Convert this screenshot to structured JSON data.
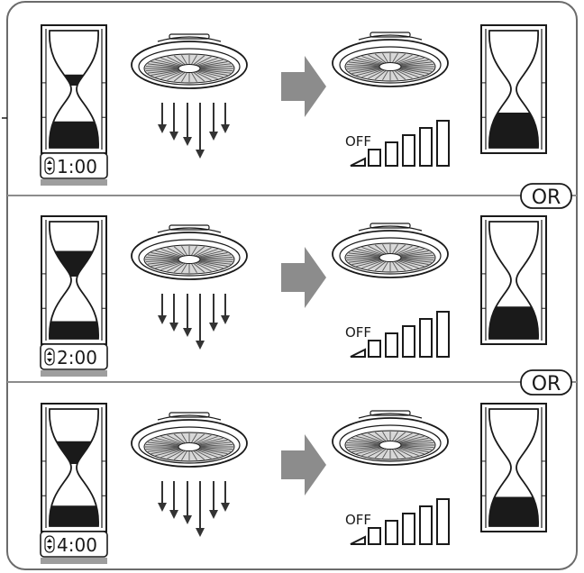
{
  "or_label": "OR",
  "off_label": "OFF",
  "colors": {
    "ink": "#1a1a1a",
    "frame": "#6b6b6b",
    "arrow_gray": "#8c8c8c",
    "timer_bar": "#9e9e9e",
    "sand": "#1a1a1a"
  },
  "icons": {
    "hourglass": "hourglass-icon",
    "fan": "ceiling-fan-icon",
    "airflow": "airflow-arrows-icon",
    "next": "right-arrow-icon",
    "speed": "speed-level-icon",
    "timer": "timer-stepper-icon"
  },
  "rows": [
    {
      "timer": "1:00",
      "sand_before": {
        "top": 0.25,
        "bottom": 0.45
      },
      "sand_after": {
        "bottom": 0.6
      }
    },
    {
      "timer": "2:00",
      "sand_before": {
        "top": 0.5,
        "bottom": 0.3
      },
      "sand_after": {
        "bottom": 0.55
      }
    },
    {
      "timer": "4:00",
      "sand_before": {
        "top": 0.45,
        "bottom": 0.35
      },
      "sand_after": {
        "bottom": 0.5
      }
    }
  ]
}
